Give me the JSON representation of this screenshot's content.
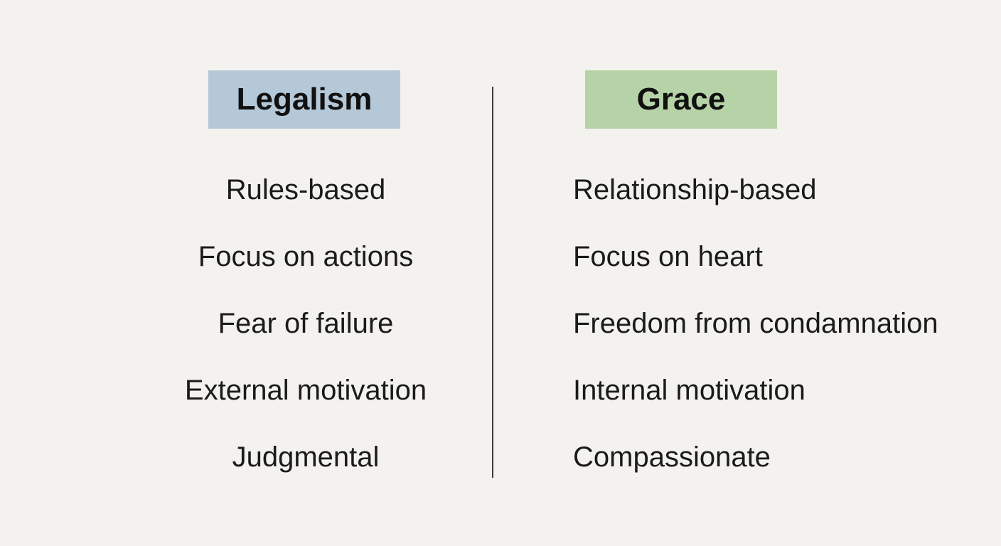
{
  "left": {
    "title": "Legalism",
    "color": "#b4c8d8",
    "items": [
      "Rules-based",
      "Focus on actions",
      "Fear of failure",
      "External motivation",
      "Judgmental"
    ]
  },
  "right": {
    "title": "Grace",
    "color": "#b6d3a7",
    "items": [
      "Relationship-based",
      "Focus on heart",
      "Freedom from condamnation",
      "Internal motivation",
      "Compassionate"
    ]
  }
}
